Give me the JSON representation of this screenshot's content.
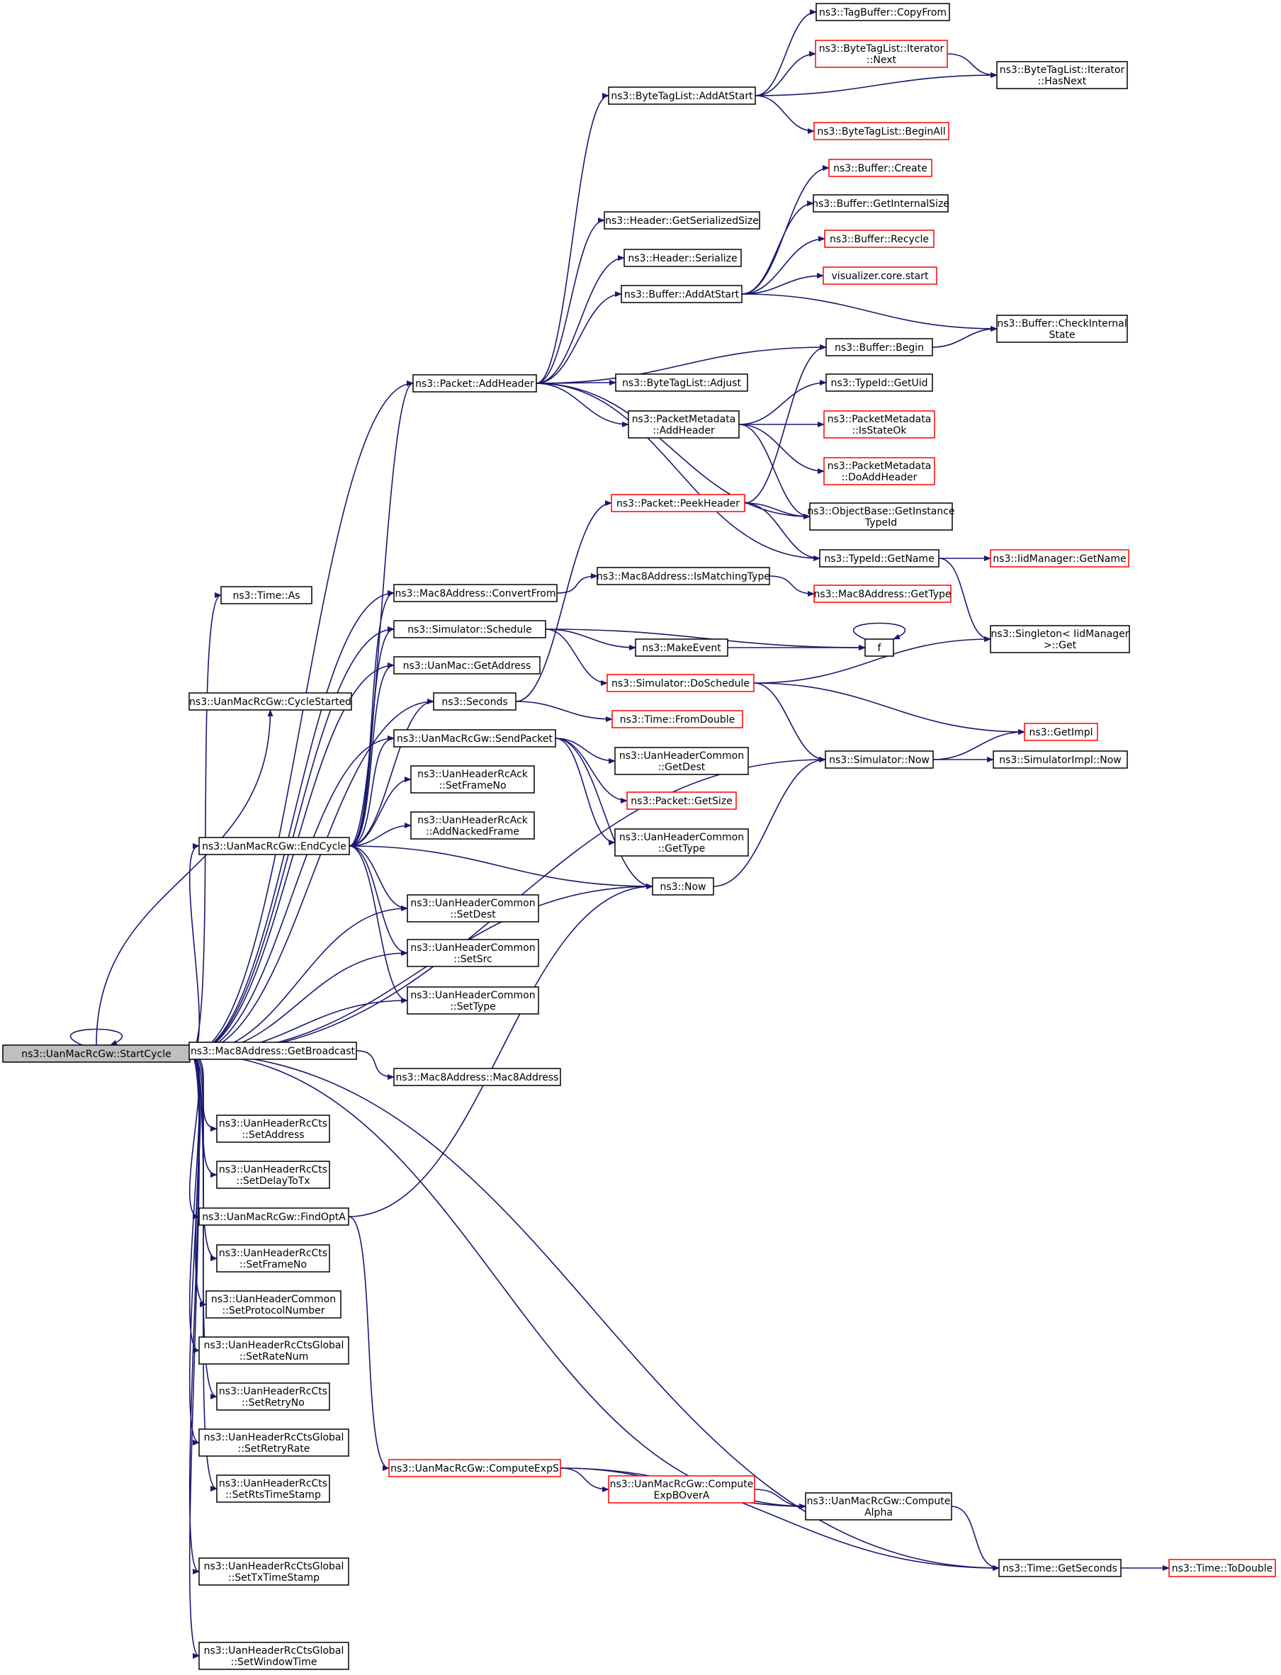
{
  "diagram": {
    "nodes": [
      {
        "id": "StartCycle",
        "lines": [
          "ns3::UanMacRcGw::StartCycle"
        ],
        "style": "root"
      },
      {
        "id": "TagBufferCopyFrom",
        "lines": [
          "ns3::TagBuffer::CopyFrom"
        ],
        "style": "black"
      },
      {
        "id": "IterNext",
        "lines": [
          "ns3::ByteTagList::Iterator",
          "::Next"
        ],
        "style": "red"
      },
      {
        "id": "IterHasNext",
        "lines": [
          "ns3::ByteTagList::Iterator",
          "::HasNext"
        ],
        "style": "black"
      },
      {
        "id": "AddAtStartBTL",
        "lines": [
          "ns3::ByteTagList::AddAtStart"
        ],
        "style": "black"
      },
      {
        "id": "BeginAll",
        "lines": [
          "ns3::ByteTagList::BeginAll"
        ],
        "style": "red"
      },
      {
        "id": "BufferCreate",
        "lines": [
          "ns3::Buffer::Create"
        ],
        "style": "red"
      },
      {
        "id": "GetInternalSize",
        "lines": [
          "ns3::Buffer::GetInternalSize"
        ],
        "style": "black"
      },
      {
        "id": "GetSerializedSize",
        "lines": [
          "ns3::Header::GetSerializedSize"
        ],
        "style": "black"
      },
      {
        "id": "BufferRecycle",
        "lines": [
          "ns3::Buffer::Recycle"
        ],
        "style": "red"
      },
      {
        "id": "HeaderSerialize",
        "lines": [
          "ns3::Header::Serialize"
        ],
        "style": "black"
      },
      {
        "id": "VizStart",
        "lines": [
          "visualizer.core.start"
        ],
        "style": "red"
      },
      {
        "id": "BufferAddAtStart",
        "lines": [
          "ns3::Buffer::AddAtStart"
        ],
        "style": "black"
      },
      {
        "id": "CheckInternalState",
        "lines": [
          "ns3::Buffer::CheckInternal",
          "State"
        ],
        "style": "black"
      },
      {
        "id": "BufferBegin",
        "lines": [
          "ns3::Buffer::Begin"
        ],
        "style": "black"
      },
      {
        "id": "PacketAddHeader",
        "lines": [
          "ns3::Packet::AddHeader"
        ],
        "style": "black"
      },
      {
        "id": "BTLAdjust",
        "lines": [
          "ns3::ByteTagList::Adjust"
        ],
        "style": "black"
      },
      {
        "id": "TypeIdGetUid",
        "lines": [
          "ns3::TypeId::GetUid"
        ],
        "style": "black"
      },
      {
        "id": "PMAddHeader",
        "lines": [
          "ns3::PacketMetadata",
          "::AddHeader"
        ],
        "style": "black"
      },
      {
        "id": "PMIsStateOk",
        "lines": [
          "ns3::PacketMetadata",
          "::IsStateOk"
        ],
        "style": "red"
      },
      {
        "id": "PMDoAddHeader",
        "lines": [
          "ns3::PacketMetadata",
          "::DoAddHeader"
        ],
        "style": "red"
      },
      {
        "id": "PeekHeader",
        "lines": [
          "ns3::Packet::PeekHeader"
        ],
        "style": "red"
      },
      {
        "id": "GetInstanceTypeId",
        "lines": [
          "ns3::ObjectBase::GetInstance",
          "TypeId"
        ],
        "style": "black"
      },
      {
        "id": "TypeIdGetName",
        "lines": [
          "ns3::TypeId::GetName"
        ],
        "style": "black"
      },
      {
        "id": "IidGetName",
        "lines": [
          "ns3::IidManager::GetName"
        ],
        "style": "red"
      },
      {
        "id": "TimeAs",
        "lines": [
          "ns3::Time::As"
        ],
        "style": "black"
      },
      {
        "id": "ConvertFrom",
        "lines": [
          "ns3::Mac8Address::ConvertFrom"
        ],
        "style": "black"
      },
      {
        "id": "IsMatchingType",
        "lines": [
          "ns3::Mac8Address::IsMatchingType"
        ],
        "style": "black"
      },
      {
        "id": "Mac8GetType",
        "lines": [
          "ns3::Mac8Address::GetType"
        ],
        "style": "red"
      },
      {
        "id": "SimSchedule",
        "lines": [
          "ns3::Simulator::Schedule"
        ],
        "style": "black"
      },
      {
        "id": "MakeEvent",
        "lines": [
          "ns3::MakeEvent"
        ],
        "style": "black"
      },
      {
        "id": "f",
        "lines": [
          "f"
        ],
        "style": "black"
      },
      {
        "id": "SingletonGet",
        "lines": [
          "ns3::Singleton< IidManager",
          ">::Get"
        ],
        "style": "black"
      },
      {
        "id": "UanMacGetAddress",
        "lines": [
          "ns3::UanMac::GetAddress"
        ],
        "style": "black"
      },
      {
        "id": "DoSchedule",
        "lines": [
          "ns3::Simulator::DoSchedule"
        ],
        "style": "red"
      },
      {
        "id": "CycleStarted",
        "lines": [
          "ns3::UanMacRcGw::CycleStarted"
        ],
        "style": "black"
      },
      {
        "id": "Seconds",
        "lines": [
          "ns3::Seconds"
        ],
        "style": "black"
      },
      {
        "id": "FromDouble",
        "lines": [
          "ns3::Time::FromDouble"
        ],
        "style": "red"
      },
      {
        "id": "GetImpl",
        "lines": [
          "ns3::GetImpl"
        ],
        "style": "red"
      },
      {
        "id": "SendPacket",
        "lines": [
          "ns3::UanMacRcGw::SendPacket"
        ],
        "style": "black"
      },
      {
        "id": "UHCGetDest",
        "lines": [
          "ns3::UanHeaderCommon",
          "::GetDest"
        ],
        "style": "black"
      },
      {
        "id": "SimNow",
        "lines": [
          "ns3::Simulator::Now"
        ],
        "style": "black"
      },
      {
        "id": "SimImplNow",
        "lines": [
          "ns3::SimulatorImpl::Now"
        ],
        "style": "black"
      },
      {
        "id": "AckSetFrameNo",
        "lines": [
          "ns3::UanHeaderRcAck",
          "::SetFrameNo"
        ],
        "style": "black"
      },
      {
        "id": "PacketGetSize",
        "lines": [
          "ns3::Packet::GetSize"
        ],
        "style": "red"
      },
      {
        "id": "AddNackedFrame",
        "lines": [
          "ns3::UanHeaderRcAck",
          "::AddNackedFrame"
        ],
        "style": "black"
      },
      {
        "id": "UHCGetType",
        "lines": [
          "ns3::UanHeaderCommon",
          "::GetType"
        ],
        "style": "black"
      },
      {
        "id": "EndCycle",
        "lines": [
          "ns3::UanMacRcGw::EndCycle"
        ],
        "style": "black"
      },
      {
        "id": "Now",
        "lines": [
          "ns3::Now"
        ],
        "style": "black"
      },
      {
        "id": "UHCSetDest",
        "lines": [
          "ns3::UanHeaderCommon",
          "::SetDest"
        ],
        "style": "black"
      },
      {
        "id": "UHCSetSrc",
        "lines": [
          "ns3::UanHeaderCommon",
          "::SetSrc"
        ],
        "style": "black"
      },
      {
        "id": "UHCSetType",
        "lines": [
          "ns3::UanHeaderCommon",
          "::SetType"
        ],
        "style": "black"
      },
      {
        "id": "GetBroadcast",
        "lines": [
          "ns3::Mac8Address::GetBroadcast"
        ],
        "style": "black"
      },
      {
        "id": "Mac8Ctor",
        "lines": [
          "ns3::Mac8Address::Mac8Address"
        ],
        "style": "black"
      },
      {
        "id": "CtsSetAddress",
        "lines": [
          "ns3::UanHeaderRcCts",
          "::SetAddress"
        ],
        "style": "black"
      },
      {
        "id": "CtsSetDelayToTx",
        "lines": [
          "ns3::UanHeaderRcCts",
          "::SetDelayToTx"
        ],
        "style": "black"
      },
      {
        "id": "FindOptA",
        "lines": [
          "ns3::UanMacRcGw::FindOptA"
        ],
        "style": "black"
      },
      {
        "id": "CtsSetFrameNo",
        "lines": [
          "ns3::UanHeaderRcCts",
          "::SetFrameNo"
        ],
        "style": "black"
      },
      {
        "id": "UHCSetProto",
        "lines": [
          "ns3::UanHeaderCommon",
          "::SetProtocolNumber"
        ],
        "style": "black"
      },
      {
        "id": "CtsGSetRateNum",
        "lines": [
          "ns3::UanHeaderRcCtsGlobal",
          "::SetRateNum"
        ],
        "style": "black"
      },
      {
        "id": "CtsSetRetryNo",
        "lines": [
          "ns3::UanHeaderRcCts",
          "::SetRetryNo"
        ],
        "style": "black"
      },
      {
        "id": "CtsGSetRetryRate",
        "lines": [
          "ns3::UanHeaderRcCtsGlobal",
          "::SetRetryRate"
        ],
        "style": "black"
      },
      {
        "id": "ComputeExpS",
        "lines": [
          "ns3::UanMacRcGw::ComputeExpS"
        ],
        "style": "red"
      },
      {
        "id": "CtsSetRtsTS",
        "lines": [
          "ns3::UanHeaderRcCts",
          "::SetRtsTimeStamp"
        ],
        "style": "black"
      },
      {
        "id": "ComputeExpBOverA",
        "lines": [
          "ns3::UanMacRcGw::Compute",
          "ExpBOverA"
        ],
        "style": "red"
      },
      {
        "id": "ComputeAlpha",
        "lines": [
          "ns3::UanMacRcGw::Compute",
          "Alpha"
        ],
        "style": "black"
      },
      {
        "id": "CtsGSetTxTS",
        "lines": [
          "ns3::UanHeaderRcCtsGlobal",
          "::SetTxTimeStamp"
        ],
        "style": "black"
      },
      {
        "id": "TimeGetSeconds",
        "lines": [
          "ns3::Time::GetSeconds"
        ],
        "style": "black"
      },
      {
        "id": "TimeToDouble",
        "lines": [
          "ns3::Time::ToDouble"
        ],
        "style": "red"
      },
      {
        "id": "CtsGSetWindowTime",
        "lines": [
          "ns3::UanHeaderRcCtsGlobal",
          "::SetWindowTime"
        ],
        "style": "black"
      }
    ],
    "edges": [
      [
        "StartCycle",
        "StartCycle"
      ],
      [
        "StartCycle",
        "PacketAddHeader"
      ],
      [
        "StartCycle",
        "TimeAs"
      ],
      [
        "StartCycle",
        "ConvertFrom"
      ],
      [
        "StartCycle",
        "SimSchedule"
      ],
      [
        "StartCycle",
        "UanMacGetAddress"
      ],
      [
        "StartCycle",
        "CycleStarted"
      ],
      [
        "StartCycle",
        "Seconds"
      ],
      [
        "StartCycle",
        "SendPacket"
      ],
      [
        "StartCycle",
        "EndCycle"
      ],
      [
        "StartCycle",
        "UHCSetDest"
      ],
      [
        "StartCycle",
        "UHCSetSrc"
      ],
      [
        "StartCycle",
        "UHCSetType"
      ],
      [
        "StartCycle",
        "Now"
      ],
      [
        "StartCycle",
        "GetBroadcast"
      ],
      [
        "StartCycle",
        "SimNow"
      ],
      [
        "StartCycle",
        "CtsSetAddress"
      ],
      [
        "StartCycle",
        "CtsSetDelayToTx"
      ],
      [
        "StartCycle",
        "FindOptA"
      ],
      [
        "StartCycle",
        "CtsSetFrameNo"
      ],
      [
        "StartCycle",
        "UHCSetProto"
      ],
      [
        "StartCycle",
        "CtsGSetRateNum"
      ],
      [
        "StartCycle",
        "CtsSetRetryNo"
      ],
      [
        "StartCycle",
        "CtsGSetRetryRate"
      ],
      [
        "StartCycle",
        "CtsSetRtsTS"
      ],
      [
        "StartCycle",
        "ComputeAlpha"
      ],
      [
        "StartCycle",
        "CtsGSetTxTS"
      ],
      [
        "StartCycle",
        "TimeGetSeconds"
      ],
      [
        "StartCycle",
        "CtsGSetWindowTime"
      ],
      [
        "GetBroadcast",
        "Mac8Ctor"
      ],
      [
        "PacketAddHeader",
        "AddAtStartBTL"
      ],
      [
        "PacketAddHeader",
        "GetSerializedSize"
      ],
      [
        "PacketAddHeader",
        "HeaderSerialize"
      ],
      [
        "PacketAddHeader",
        "BufferAddAtStart"
      ],
      [
        "PacketAddHeader",
        "BufferBegin"
      ],
      [
        "PacketAddHeader",
        "BTLAdjust"
      ],
      [
        "PacketAddHeader",
        "PMAddHeader"
      ],
      [
        "PacketAddHeader",
        "GetInstanceTypeId"
      ],
      [
        "PacketAddHeader",
        "TypeIdGetName"
      ],
      [
        "AddAtStartBTL",
        "TagBufferCopyFrom"
      ],
      [
        "AddAtStartBTL",
        "IterNext"
      ],
      [
        "AddAtStartBTL",
        "IterHasNext"
      ],
      [
        "AddAtStartBTL",
        "BeginAll"
      ],
      [
        "IterNext",
        "IterHasNext"
      ],
      [
        "BufferAddAtStart",
        "BufferCreate"
      ],
      [
        "BufferAddAtStart",
        "GetInternalSize"
      ],
      [
        "BufferAddAtStart",
        "BufferRecycle"
      ],
      [
        "BufferAddAtStart",
        "VizStart"
      ],
      [
        "BufferAddAtStart",
        "CheckInternalState"
      ],
      [
        "BufferBegin",
        "CheckInternalState"
      ],
      [
        "PMAddHeader",
        "TypeIdGetUid"
      ],
      [
        "PMAddHeader",
        "PMIsStateOk"
      ],
      [
        "PMAddHeader",
        "PMDoAddHeader"
      ],
      [
        "PMAddHeader",
        "GetInstanceTypeId"
      ],
      [
        "PeekHeader",
        "BufferBegin"
      ],
      [
        "PeekHeader",
        "GetInstanceTypeId"
      ],
      [
        "PeekHeader",
        "TypeIdGetName"
      ],
      [
        "TypeIdGetName",
        "IidGetName"
      ],
      [
        "TypeIdGetName",
        "SingletonGet"
      ],
      [
        "ConvertFrom",
        "IsMatchingType"
      ],
      [
        "IsMatchingType",
        "Mac8GetType"
      ],
      [
        "SimSchedule",
        "MakeEvent"
      ],
      [
        "SimSchedule",
        "f"
      ],
      [
        "SimSchedule",
        "DoSchedule"
      ],
      [
        "MakeEvent",
        "f"
      ],
      [
        "f",
        "f"
      ],
      [
        "DoSchedule",
        "SingletonGet"
      ],
      [
        "DoSchedule",
        "GetImpl"
      ],
      [
        "DoSchedule",
        "SimNow"
      ],
      [
        "SimNow",
        "GetImpl"
      ],
      [
        "SimNow",
        "SimImplNow"
      ],
      [
        "Seconds",
        "FromDouble"
      ],
      [
        "Seconds",
        "PeekHeader"
      ],
      [
        "SendPacket",
        "UHCGetDest"
      ],
      [
        "SendPacket",
        "PacketGetSize"
      ],
      [
        "SendPacket",
        "UHCGetType"
      ],
      [
        "SendPacket",
        "Now"
      ],
      [
        "Now",
        "SimNow"
      ],
      [
        "EndCycle",
        "PacketAddHeader"
      ],
      [
        "EndCycle",
        "ConvertFrom"
      ],
      [
        "EndCycle",
        "SimSchedule"
      ],
      [
        "EndCycle",
        "UanMacGetAddress"
      ],
      [
        "EndCycle",
        "Seconds"
      ],
      [
        "EndCycle",
        "SendPacket"
      ],
      [
        "EndCycle",
        "AckSetFrameNo"
      ],
      [
        "EndCycle",
        "AddNackedFrame"
      ],
      [
        "EndCycle",
        "Now"
      ],
      [
        "EndCycle",
        "UHCSetDest"
      ],
      [
        "EndCycle",
        "UHCSetSrc"
      ],
      [
        "EndCycle",
        "UHCSetType"
      ],
      [
        "FindOptA",
        "Now"
      ],
      [
        "FindOptA",
        "ComputeExpS"
      ],
      [
        "ComputeExpS",
        "ComputeExpBOverA"
      ],
      [
        "ComputeExpS",
        "ComputeAlpha"
      ],
      [
        "ComputeExpS",
        "TimeGetSeconds"
      ],
      [
        "ComputeExpBOverA",
        "ComputeAlpha"
      ],
      [
        "ComputeAlpha",
        "TimeGetSeconds"
      ],
      [
        "TimeGetSeconds",
        "TimeToDouble"
      ]
    ]
  }
}
